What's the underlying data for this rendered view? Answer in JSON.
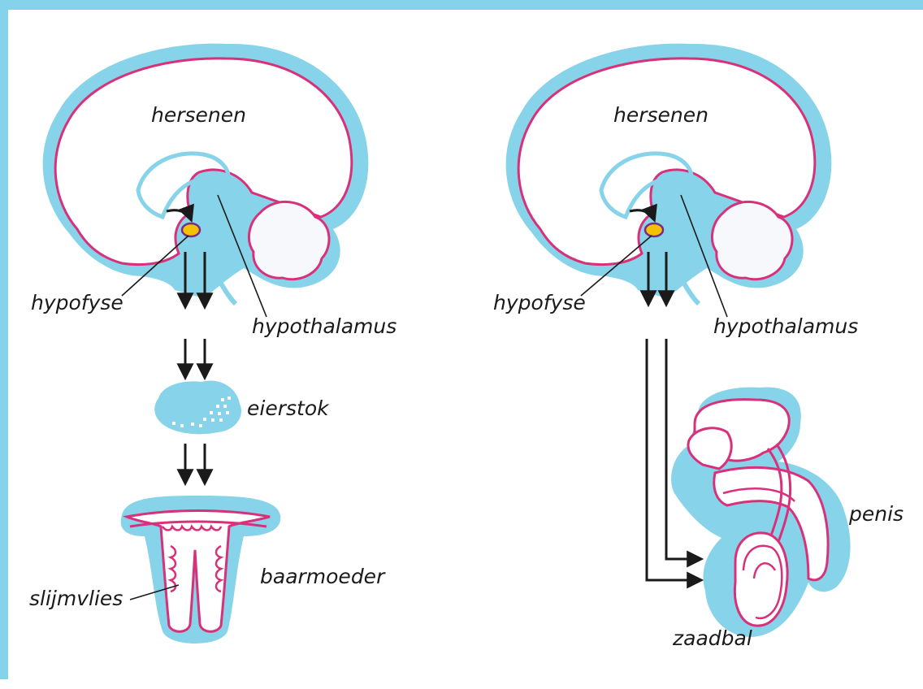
{
  "colors": {
    "frame": "#84d3ea",
    "organ_fill": "#87d3ea",
    "outline": "#d8317a",
    "inner_fill": "#f6f8fc",
    "arrow": "#1a1a1a",
    "gland": "#f2c200"
  },
  "female": {
    "brain_label": "hersenen",
    "pituitary_label": "hypofyse",
    "hypothalamus_label": "hypothalamus",
    "ovary_label": "eierstok",
    "uterus_label": "baarmoeder",
    "lining_label": "slijmvlies"
  },
  "male": {
    "brain_label": "hersenen",
    "pituitary_label": "hypofyse",
    "hypothalamus_label": "hypothalamus",
    "penis_label": "penis",
    "testis_label": "zaadbal"
  }
}
